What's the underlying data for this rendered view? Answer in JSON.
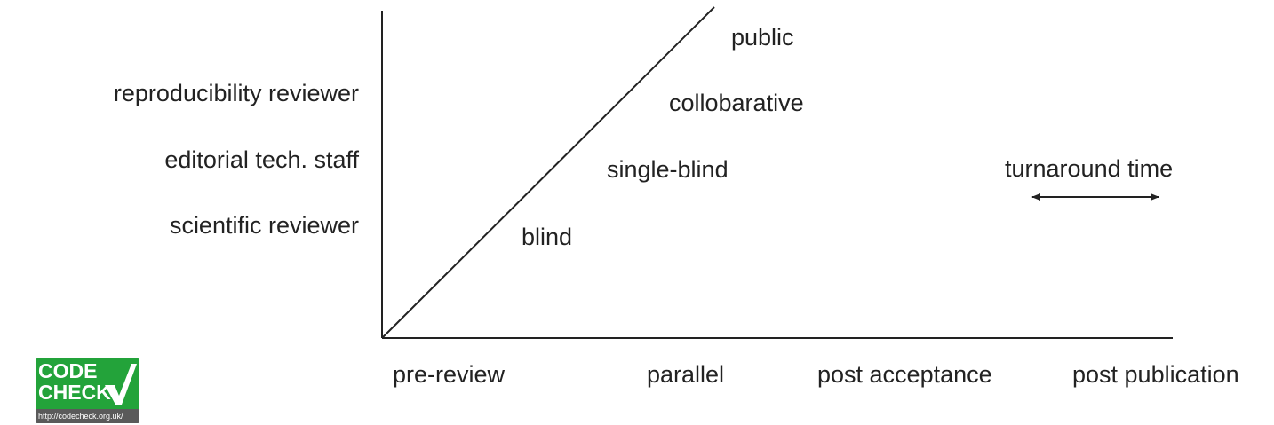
{
  "roles": [
    "reproducibility reviewer",
    "editorial tech. staff",
    "scientific reviewer"
  ],
  "transparency_levels": [
    "public",
    "collobarative",
    "single-blind",
    "blind"
  ],
  "timing_stages": [
    "pre-review",
    "parallel",
    "post acceptance",
    "post publication"
  ],
  "turnaround": {
    "label": "turnaround time"
  },
  "logo": {
    "line1": "CODE",
    "line2": "CHECK",
    "url": "http://codecheck.org.uk/"
  },
  "colors": {
    "axis": "#222222",
    "logo_green": "#23a33a",
    "logo_url_bar": "#5a5a5a"
  }
}
